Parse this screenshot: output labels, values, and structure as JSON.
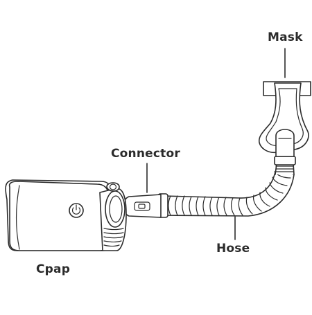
{
  "labels": {
    "mask": "Mask",
    "connector": "Connector",
    "hose": "Hose",
    "cpap": "Cpap"
  },
  "colors": {
    "line": "#2b2b2b",
    "background": "#ffffff"
  },
  "icons": {
    "power": "power-icon"
  }
}
